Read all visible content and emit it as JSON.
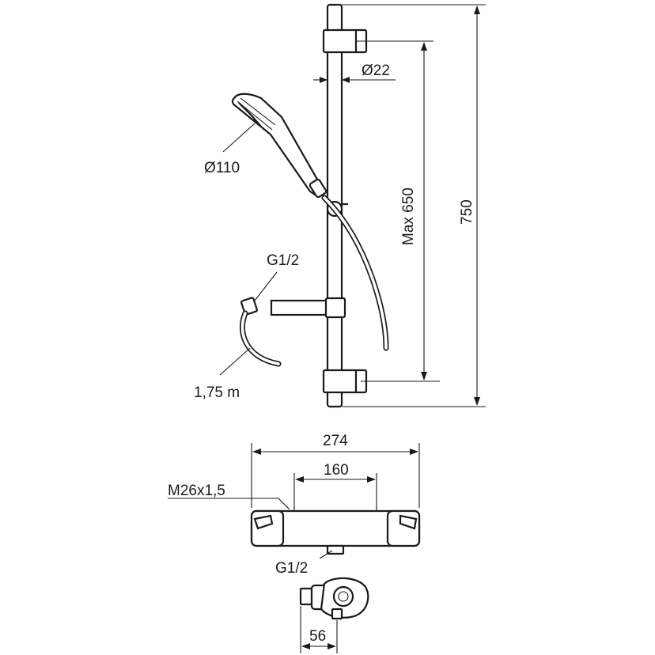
{
  "labels": {
    "rail_diameter": "Ø22",
    "handshower_diameter": "Ø110",
    "max_height": "Max 650",
    "total_height": "750",
    "hose_connection": "G1/2",
    "hose_length": "1,75 m",
    "mixer_width": "274",
    "mixer_centers": "160",
    "mixer_thread": "M26x1,5",
    "mixer_outlet": "G1/2",
    "mixer_depth": "56"
  }
}
